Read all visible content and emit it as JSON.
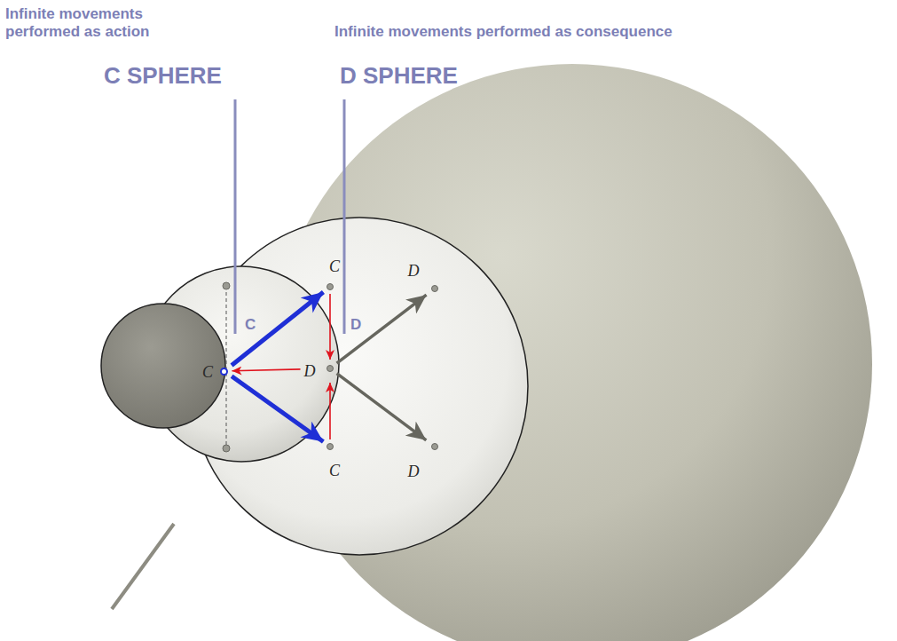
{
  "diagram": {
    "nodes": [
      {
        "text": [
          "C"
        ]
      },
      {
        "text": [
          "C"
        ]
      },
      {
        "text": [
          "C"
        ]
      },
      {
        "text": [
          "D"
        ]
      },
      {
        "text": [
          "D"
        ]
      },
      {
        "text": [
          "D"
        ]
      }
    ],
    "edges": [
      {
        "from": 0,
        "to": 1,
        "arrow": "to"
      },
      {
        "from": 0,
        "to": 2,
        "arrow": "to"
      },
      {
        "from": 3,
        "to": 0,
        "arrow": "to"
      },
      {
        "from": 1,
        "to": 3,
        "arrow": "to"
      },
      {
        "from": 2,
        "to": 3,
        "arrow": "to"
      },
      {
        "from": 3,
        "to": 4,
        "arrow": "to"
      },
      {
        "from": 3,
        "to": 5,
        "arrow": "to"
      }
    ],
    "labels": [
      "Infinite movements performed as action",
      "C SPHERE",
      "Infinite movements performed as consequence",
      "D SPHERE",
      "C",
      "D"
    ]
  }
}
